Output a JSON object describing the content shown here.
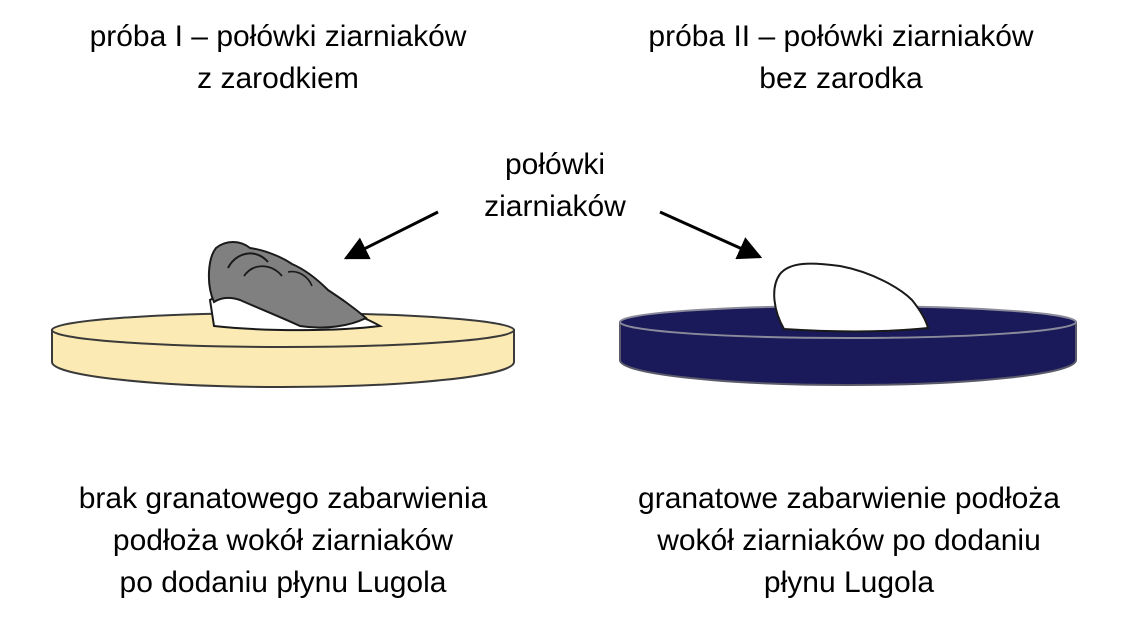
{
  "labels": {
    "sample1": {
      "line1": "próba I – połówki ziarniaków",
      "line2": "z zarodkiem"
    },
    "sample2": {
      "line1": "próba II – połówki ziarniaków",
      "line2": "bez zarodka"
    },
    "center": {
      "line1": "połówki",
      "line2": "ziarniaków"
    },
    "result1": {
      "line1": "brak granatowego zabarwienia",
      "line2": "podłoża wokół ziarniaków",
      "line3": "po dodaniu płynu Lugola"
    },
    "result2": {
      "line1": "granatowe zabarwienie podłoża",
      "line2": "wokół ziarniaków po dodaniu",
      "line3": "płynu Lugola"
    }
  },
  "colors": {
    "dish_left_fill": "#fbeab3",
    "dish_right_fill": "#1a1a5a",
    "seed_embryo_gray": "#808080",
    "seed_white": "#ffffff",
    "outline": "#1a1a1a"
  },
  "icons": {
    "dish_left": "petri-dish-icon",
    "dish_right": "petri-dish-icon",
    "seed_left": "grain-half-with-embryo-icon",
    "seed_right": "grain-half-without-embryo-icon"
  }
}
